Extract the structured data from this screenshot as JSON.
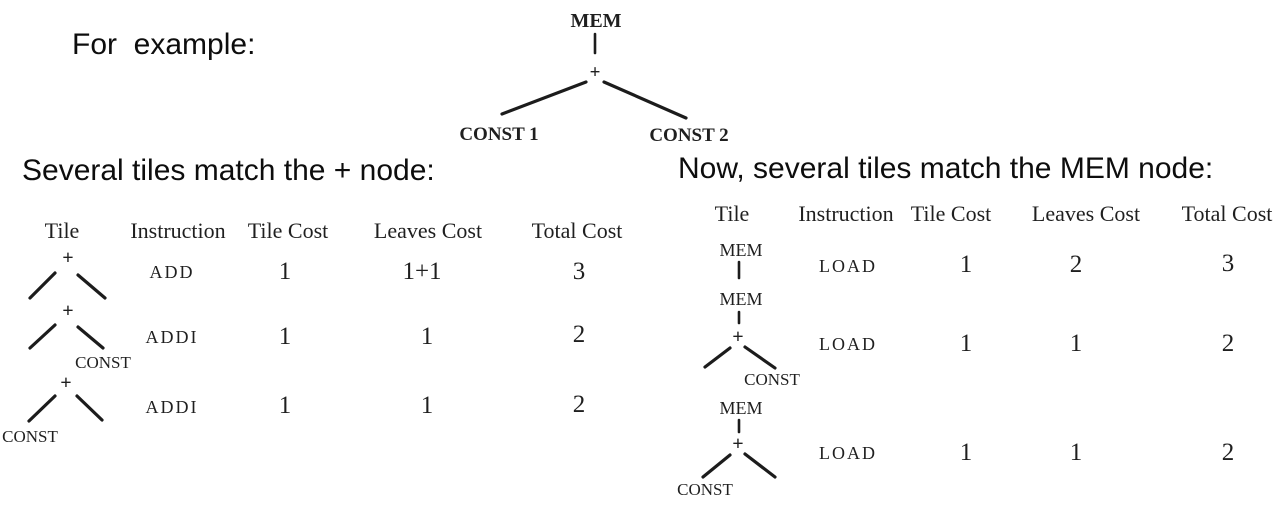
{
  "page": {
    "intro_text": "For  example:",
    "left_title": "Several tiles match the + node:",
    "right_title": "Now, several tiles match the MEM node:"
  },
  "example_tree": {
    "root_label": "MEM",
    "plus_label": "+",
    "left_leaf_label": "CONST 1",
    "right_leaf_label": "CONST 2"
  },
  "glyphs": {
    "mem": "MEM",
    "plus": "+",
    "const": "CONST"
  },
  "left_table": {
    "headers": [
      "Tile",
      "Instruction",
      "Tile Cost",
      "Leaves Cost",
      "Total Cost"
    ],
    "rows": [
      {
        "instruction": "ADD",
        "tile_cost": "1",
        "leaves_cost": "1+1",
        "total_cost": "3"
      },
      {
        "instruction": "ADDI",
        "tile_cost": "1",
        "leaves_cost": "1",
        "total_cost": "2"
      },
      {
        "instruction": "ADDI",
        "tile_cost": "1",
        "leaves_cost": "1",
        "total_cost": "2"
      }
    ]
  },
  "right_table": {
    "headers": [
      "Tile",
      "Instruction",
      "Tile Cost",
      "Leaves Cost",
      "Total Cost"
    ],
    "rows": [
      {
        "instruction": "LOAD",
        "tile_cost": "1",
        "leaves_cost": "2",
        "total_cost": "3"
      },
      {
        "instruction": "LOAD",
        "tile_cost": "1",
        "leaves_cost": "1",
        "total_cost": "2"
      },
      {
        "instruction": "LOAD",
        "tile_cost": "1",
        "leaves_cost": "1",
        "total_cost": "2"
      }
    ]
  }
}
